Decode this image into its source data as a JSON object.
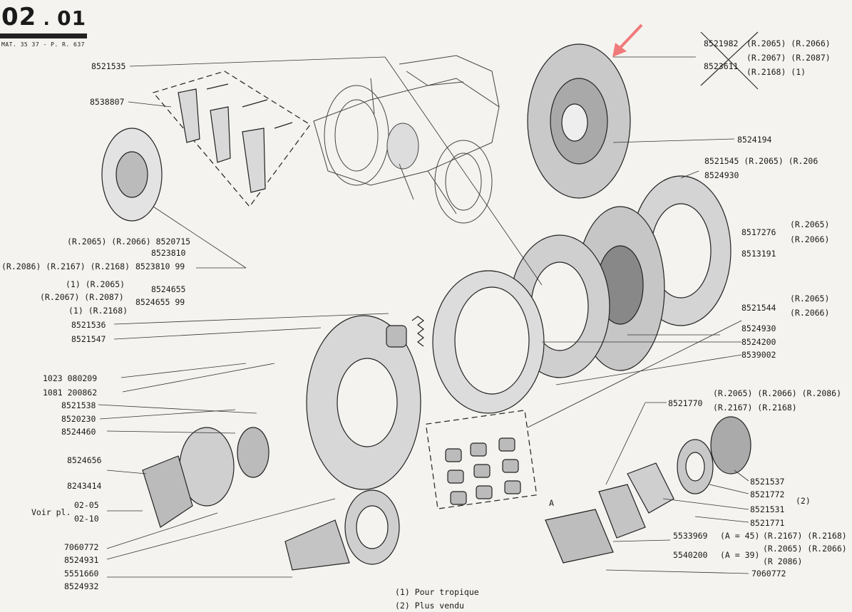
{
  "header": {
    "number": "02",
    "sub": "01",
    "caption": "MAT. 35 37 - P. R. 637"
  },
  "labels_left": [
    {
      "id": "l1",
      "text": "8521535"
    },
    {
      "id": "l2",
      "text": "8538807"
    },
    {
      "id": "l3",
      "text": "(R.2065) (R.2066) 8520715"
    },
    {
      "id": "l4",
      "text": "(R.2086) (R.2167) (R.2168)"
    },
    {
      "id": "l5",
      "text": "8523810"
    },
    {
      "id": "l6",
      "text": "8523810 99"
    },
    {
      "id": "l7",
      "text": "(1) (R.2065)"
    },
    {
      "id": "l8",
      "text": "(R.2067) (R.2087)"
    },
    {
      "id": "l9",
      "text": "(1) (R.2168)"
    },
    {
      "id": "l10",
      "text": "8524655"
    },
    {
      "id": "l11",
      "text": "8524655 99"
    },
    {
      "id": "l12",
      "text": "8521536"
    },
    {
      "id": "l13",
      "text": "8521547"
    },
    {
      "id": "l14",
      "text": "1023 080209"
    },
    {
      "id": "l15",
      "text": "1081 200862"
    },
    {
      "id": "l16",
      "text": "8521538"
    },
    {
      "id": "l17",
      "text": "8520230"
    },
    {
      "id": "l18",
      "text": "8524460"
    },
    {
      "id": "l19",
      "text": "8524656"
    },
    {
      "id": "l20",
      "text": "8243414"
    },
    {
      "id": "l21",
      "text": "Voir pl."
    },
    {
      "id": "l22",
      "text": "02-05"
    },
    {
      "id": "l23",
      "text": "02-10"
    },
    {
      "id": "l24",
      "text": "7060772"
    },
    {
      "id": "l25",
      "text": "8524931"
    },
    {
      "id": "l26",
      "text": "5551660"
    },
    {
      "id": "l27",
      "text": "8524932"
    }
  ],
  "labels_right": [
    {
      "id": "r1",
      "text": "8521982"
    },
    {
      "id": "r2",
      "text": "(R.2065) (R.2066)"
    },
    {
      "id": "r3",
      "text": "8523611"
    },
    {
      "id": "r4",
      "text": "(R.2067) (R.2087)"
    },
    {
      "id": "r5",
      "text": "(R.2168) (1)"
    },
    {
      "id": "r6",
      "text": "8524194"
    },
    {
      "id": "r7",
      "text": "8521545 (R.2065) (R.206"
    },
    {
      "id": "r8",
      "text": "8524930"
    },
    {
      "id": "r9",
      "text": "8517276"
    },
    {
      "id": "r10",
      "text": "(R.2065)"
    },
    {
      "id": "r11",
      "text": "(R.2066)"
    },
    {
      "id": "r12",
      "text": "8513191"
    },
    {
      "id": "r13",
      "text": "8521544"
    },
    {
      "id": "r14",
      "text": "(R.2065)"
    },
    {
      "id": "r15",
      "text": "(R.2066)"
    },
    {
      "id": "r16",
      "text": "8524930"
    },
    {
      "id": "r17",
      "text": "8524200"
    },
    {
      "id": "r18",
      "text": "8539002"
    },
    {
      "id": "r19",
      "text": "8521770"
    },
    {
      "id": "r20",
      "text": "(R.2065) (R.2066) (R.2086)"
    },
    {
      "id": "r21",
      "text": "(R.2167) (R.2168)"
    },
    {
      "id": "r22",
      "text": "8521537"
    },
    {
      "id": "r23",
      "text": "8521772"
    },
    {
      "id": "r24",
      "text": "(2)"
    },
    {
      "id": "r25",
      "text": "8521531"
    },
    {
      "id": "r26",
      "text": "8521771"
    },
    {
      "id": "r27",
      "text": "5533969"
    },
    {
      "id": "r28",
      "text": "(A = 45)"
    },
    {
      "id": "r29",
      "text": "(R.2167) (R.2168)"
    },
    {
      "id": "r30",
      "text": "5540200"
    },
    {
      "id": "r31",
      "text": "(A = 39)"
    },
    {
      "id": "r32",
      "text": "(R.2065) (R.2066)"
    },
    {
      "id": "r33",
      "text": "(R 2086)"
    },
    {
      "id": "r34",
      "text": "7060772"
    },
    {
      "id": "r35",
      "text": "A"
    }
  ],
  "footnotes": [
    {
      "id": "f1",
      "text": "(1) Pour tropique"
    },
    {
      "id": "f2",
      "text": "(2) Plus vendu"
    }
  ],
  "colors": {
    "paper": "#f4f3ef",
    "ink": "#1a1a1a",
    "arrow": "#f07a7a"
  },
  "icons": {
    "pointer": "red-arrow-icon"
  }
}
